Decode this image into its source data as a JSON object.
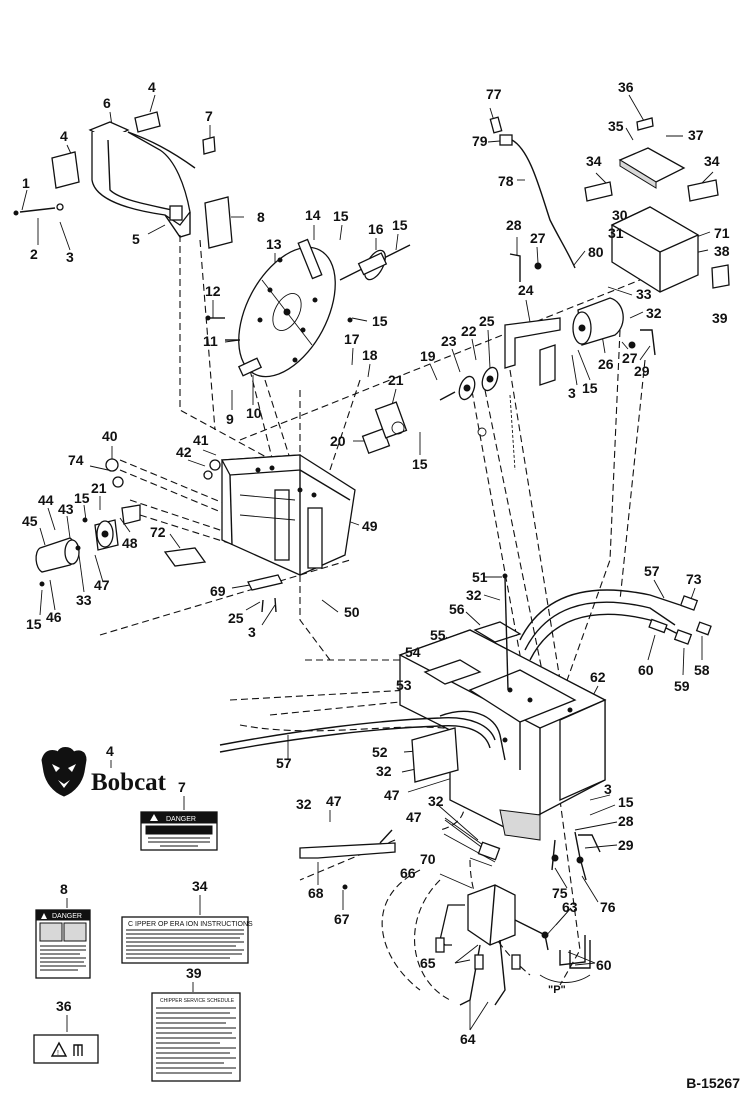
{
  "figure_ref": "B-15267",
  "logo_text": "Bobcat",
  "decals": {
    "danger_label_7": "DANGER",
    "danger_label_8": "DANGER",
    "instructions_34": "C IPPER OP ERA ION INSTRUCTIONS",
    "schedule_39": "CHIPPER SERVICE SCHEDULE"
  },
  "detail_marker": "\"P\"",
  "callouts": [
    {
      "id": "c-77",
      "text": "77"
    },
    {
      "id": "c-79",
      "text": "79"
    },
    {
      "id": "c-78",
      "text": "78"
    },
    {
      "id": "c-36a",
      "text": "36"
    },
    {
      "id": "c-35",
      "text": "35"
    },
    {
      "id": "c-37",
      "text": "37"
    },
    {
      "id": "c-34a",
      "text": "34"
    },
    {
      "id": "c-34b",
      "text": "34"
    },
    {
      "id": "c-30",
      "text": "30"
    },
    {
      "id": "c-31",
      "text": "31"
    },
    {
      "id": "c-71",
      "text": "71"
    },
    {
      "id": "c-38",
      "text": "38"
    },
    {
      "id": "c-39a",
      "text": "39"
    },
    {
      "id": "c-80",
      "text": "80"
    },
    {
      "id": "c-33a",
      "text": "33"
    },
    {
      "id": "c-32a",
      "text": "32"
    },
    {
      "id": "c-28a",
      "text": "28"
    },
    {
      "id": "c-27a",
      "text": "27"
    },
    {
      "id": "c-24",
      "text": "24"
    },
    {
      "id": "c-26",
      "text": "26"
    },
    {
      "id": "c-27b",
      "text": "27"
    },
    {
      "id": "c-29a",
      "text": "29"
    },
    {
      "id": "c-4a",
      "text": "4"
    },
    {
      "id": "c-6",
      "text": "6"
    },
    {
      "id": "c-4b",
      "text": "4"
    },
    {
      "id": "c-7a",
      "text": "7"
    },
    {
      "id": "c-8a",
      "text": "8"
    },
    {
      "id": "c-1",
      "text": "1"
    },
    {
      "id": "c-2",
      "text": "2"
    },
    {
      "id": "c-3a",
      "text": "3"
    },
    {
      "id": "c-5",
      "text": "5"
    },
    {
      "id": "c-14",
      "text": "14"
    },
    {
      "id": "c-15a",
      "text": "15"
    },
    {
      "id": "c-16",
      "text": "16"
    },
    {
      "id": "c-15b",
      "text": "15"
    },
    {
      "id": "c-13",
      "text": "13"
    },
    {
      "id": "c-12",
      "text": "12"
    },
    {
      "id": "c-11",
      "text": "11"
    },
    {
      "id": "c-15c",
      "text": "15"
    },
    {
      "id": "c-17",
      "text": "17"
    },
    {
      "id": "c-18",
      "text": "18"
    },
    {
      "id": "c-9",
      "text": "9"
    },
    {
      "id": "c-10",
      "text": "10"
    },
    {
      "id": "c-19",
      "text": "19"
    },
    {
      "id": "c-23",
      "text": "23"
    },
    {
      "id": "c-22",
      "text": "22"
    },
    {
      "id": "c-25a",
      "text": "25"
    },
    {
      "id": "c-3b",
      "text": "3"
    },
    {
      "id": "c-15d",
      "text": "15"
    },
    {
      "id": "c-21a",
      "text": "21"
    },
    {
      "id": "c-20",
      "text": "20"
    },
    {
      "id": "c-15e",
      "text": "15"
    },
    {
      "id": "c-40",
      "text": "40"
    },
    {
      "id": "c-41",
      "text": "41"
    },
    {
      "id": "c-42",
      "text": "42"
    },
    {
      "id": "c-74",
      "text": "74"
    },
    {
      "id": "c-44",
      "text": "44"
    },
    {
      "id": "c-15f",
      "text": "15"
    },
    {
      "id": "c-21b",
      "text": "21"
    },
    {
      "id": "c-43",
      "text": "43"
    },
    {
      "id": "c-45",
      "text": "45"
    },
    {
      "id": "c-48",
      "text": "48"
    },
    {
      "id": "c-47a",
      "text": "47"
    },
    {
      "id": "c-33b",
      "text": "33"
    },
    {
      "id": "c-15g",
      "text": "15"
    },
    {
      "id": "c-46",
      "text": "46"
    },
    {
      "id": "c-72",
      "text": "72"
    },
    {
      "id": "c-49",
      "text": "49"
    },
    {
      "id": "c-69",
      "text": "69"
    },
    {
      "id": "c-25b",
      "text": "25"
    },
    {
      "id": "c-3c",
      "text": "3"
    },
    {
      "id": "c-50",
      "text": "50"
    },
    {
      "id": "c-51",
      "text": "51"
    },
    {
      "id": "c-32b",
      "text": "32"
    },
    {
      "id": "c-56",
      "text": "56"
    },
    {
      "id": "c-55",
      "text": "55"
    },
    {
      "id": "c-54",
      "text": "54"
    },
    {
      "id": "c-53",
      "text": "53"
    },
    {
      "id": "c-57a",
      "text": "57"
    },
    {
      "id": "c-73",
      "text": "73"
    },
    {
      "id": "c-60a",
      "text": "60"
    },
    {
      "id": "c-59",
      "text": "59"
    },
    {
      "id": "c-58",
      "text": "58"
    },
    {
      "id": "c-62",
      "text": "62"
    },
    {
      "id": "c-52",
      "text": "52"
    },
    {
      "id": "c-32c",
      "text": "32"
    },
    {
      "id": "c-47b",
      "text": "47"
    },
    {
      "id": "c-57b",
      "text": "57"
    },
    {
      "id": "c-3d",
      "text": "3"
    },
    {
      "id": "c-15h",
      "text": "15"
    },
    {
      "id": "c-28b",
      "text": "28"
    },
    {
      "id": "c-29b",
      "text": "29"
    },
    {
      "id": "c-32d",
      "text": "32"
    },
    {
      "id": "c-47c",
      "text": "47"
    },
    {
      "id": "c-32e",
      "text": "32"
    },
    {
      "id": "c-47d",
      "text": "47"
    },
    {
      "id": "c-70",
      "text": "70"
    },
    {
      "id": "c-68",
      "text": "68"
    },
    {
      "id": "c-66",
      "text": "66"
    },
    {
      "id": "c-67",
      "text": "67"
    },
    {
      "id": "c-75",
      "text": "75"
    },
    {
      "id": "c-76",
      "text": "76"
    },
    {
      "id": "c-63",
      "text": "63"
    },
    {
      "id": "c-65",
      "text": "65"
    },
    {
      "id": "c-60b",
      "text": "60"
    },
    {
      "id": "c-64",
      "text": "64"
    },
    {
      "id": "c-4c",
      "text": "4"
    },
    {
      "id": "c-7b",
      "text": "7"
    },
    {
      "id": "c-8b",
      "text": "8"
    },
    {
      "id": "c-34c",
      "text": "34"
    },
    {
      "id": "c-39b",
      "text": "39"
    },
    {
      "id": "c-36b",
      "text": "36"
    }
  ]
}
